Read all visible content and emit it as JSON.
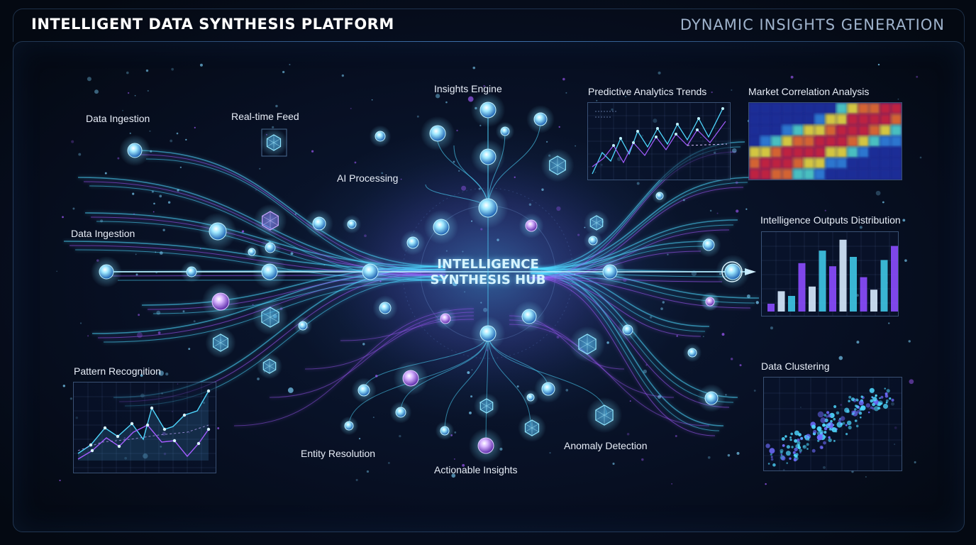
{
  "header": {
    "title": "INTELLIGENT DATA SYNTHESIS PLATFORM",
    "subtitle": "DYNAMIC INSIGHTS GENERATION"
  },
  "hub": {
    "line1": "INTELLIGENCE",
    "line2": "SYNTHESIS HUB"
  },
  "labels": {
    "data_ingestion_top": "Data Ingestion",
    "realtime_feed": "Real-time Feed",
    "insights_engine": "Insights Engine",
    "ai_processing": "AI Processing",
    "predictive_trends": "Predictive Analytics Trends",
    "market_correlation": "Market Correlation Analysis",
    "data_ingestion_left": "Data Ingestion",
    "outputs_distribution": "Intelligence Outputs Distribution",
    "pattern_recognition": "Pattern Recognition",
    "data_clustering": "Data Clustering",
    "entity_resolution": "Entity Resolution",
    "anomaly_detection": "Anomaly Detection",
    "actionable_insights": "Actionable Insights"
  },
  "colors": {
    "background": "#070f22",
    "cyan": "#4fd8ff",
    "purple": "#a45cff",
    "blue": "#4a7dff",
    "frame": "#5a8cc8"
  },
  "icons": [
    "node-sphere-icon",
    "hexagon-node-icon",
    "output-arrow-icon"
  ]
}
